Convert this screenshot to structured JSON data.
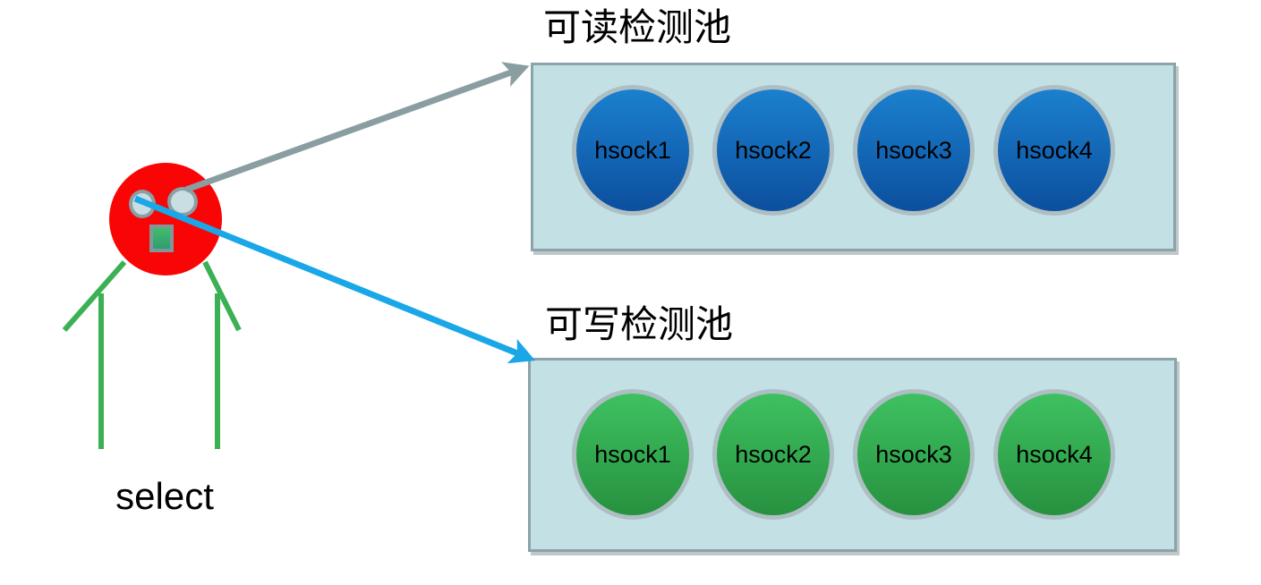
{
  "actor": {
    "label": "select"
  },
  "pools": [
    {
      "id": "readable",
      "title": "可读检测池",
      "sockets": [
        "hsock1",
        "hsock2",
        "hsock3",
        "hsock4"
      ]
    },
    {
      "id": "writable",
      "title": "可写检测池",
      "sockets": [
        "hsock1",
        "hsock2",
        "hsock3",
        "hsock4"
      ]
    }
  ],
  "arrows": [
    {
      "name": "select-to-readable-pool",
      "color_key": "arrow-gray"
    },
    {
      "name": "select-to-writable-pool",
      "color_key": "arrow-blue"
    }
  ],
  "colors": {
    "pool-fill": "#c3e0e5",
    "pool-border": "#8ba3a9",
    "socket-border": "#aebfc4",
    "blue-top": "#1b80ce",
    "blue-bottom": "#0c4f9e",
    "green-top": "#3ec161",
    "green-bottom": "#27913f",
    "head-red": "#fa0505",
    "eye-fill": "#c9dee3",
    "eye-border": "#8a9ea3",
    "nose-top": "#41bd68",
    "nose-bottom": "#2f9c74",
    "nose-border": "#7f979c",
    "limb-green": "#3cb054",
    "arrow-gray": "#8a9ea2",
    "arrow-blue": "#19a7e8",
    "text": "#000000"
  }
}
